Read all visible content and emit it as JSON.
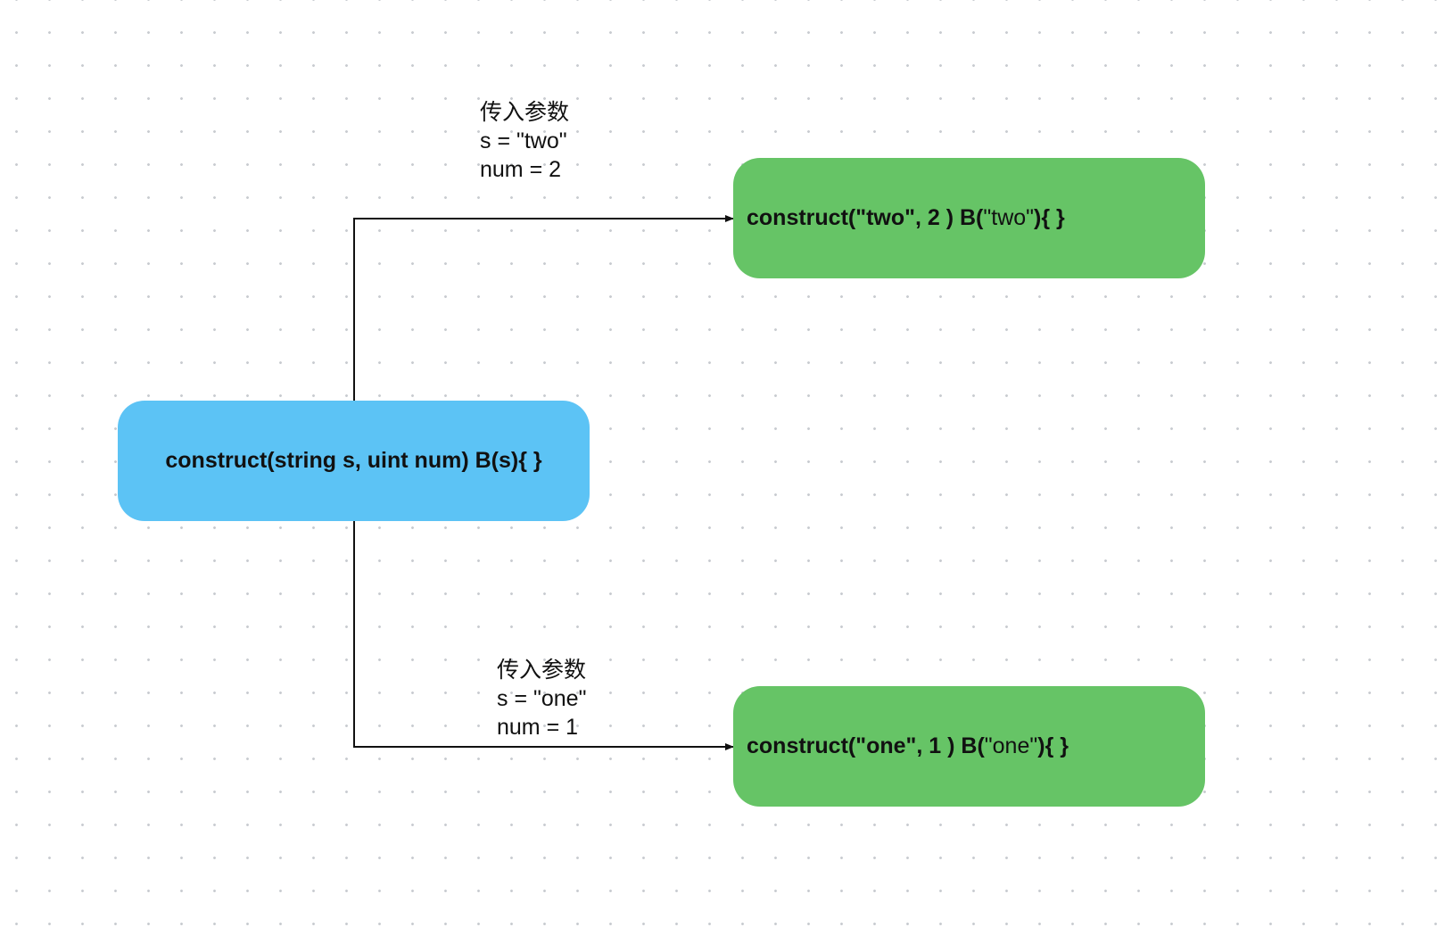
{
  "source_node": {
    "text": "construct(string s, uint num) B(s){ }",
    "color": "#5cc3f5"
  },
  "top_node": {
    "prefix": "construct(\"two\", 2 ) B(",
    "arg": "\"two\"",
    "suffix": "){ }",
    "color": "#66c466"
  },
  "bottom_node": {
    "prefix": "construct(\"one\", 1 ) B(",
    "arg": "\"one\"",
    "suffix": "){ }",
    "color": "#66c466"
  },
  "top_edge_label": {
    "title": "传入参数",
    "line1": "s = \"two\"",
    "line2": "num = 2"
  },
  "bottom_edge_label": {
    "title": "传入参数",
    "line1": "s = \"one\"",
    "line2": "num = 1"
  }
}
